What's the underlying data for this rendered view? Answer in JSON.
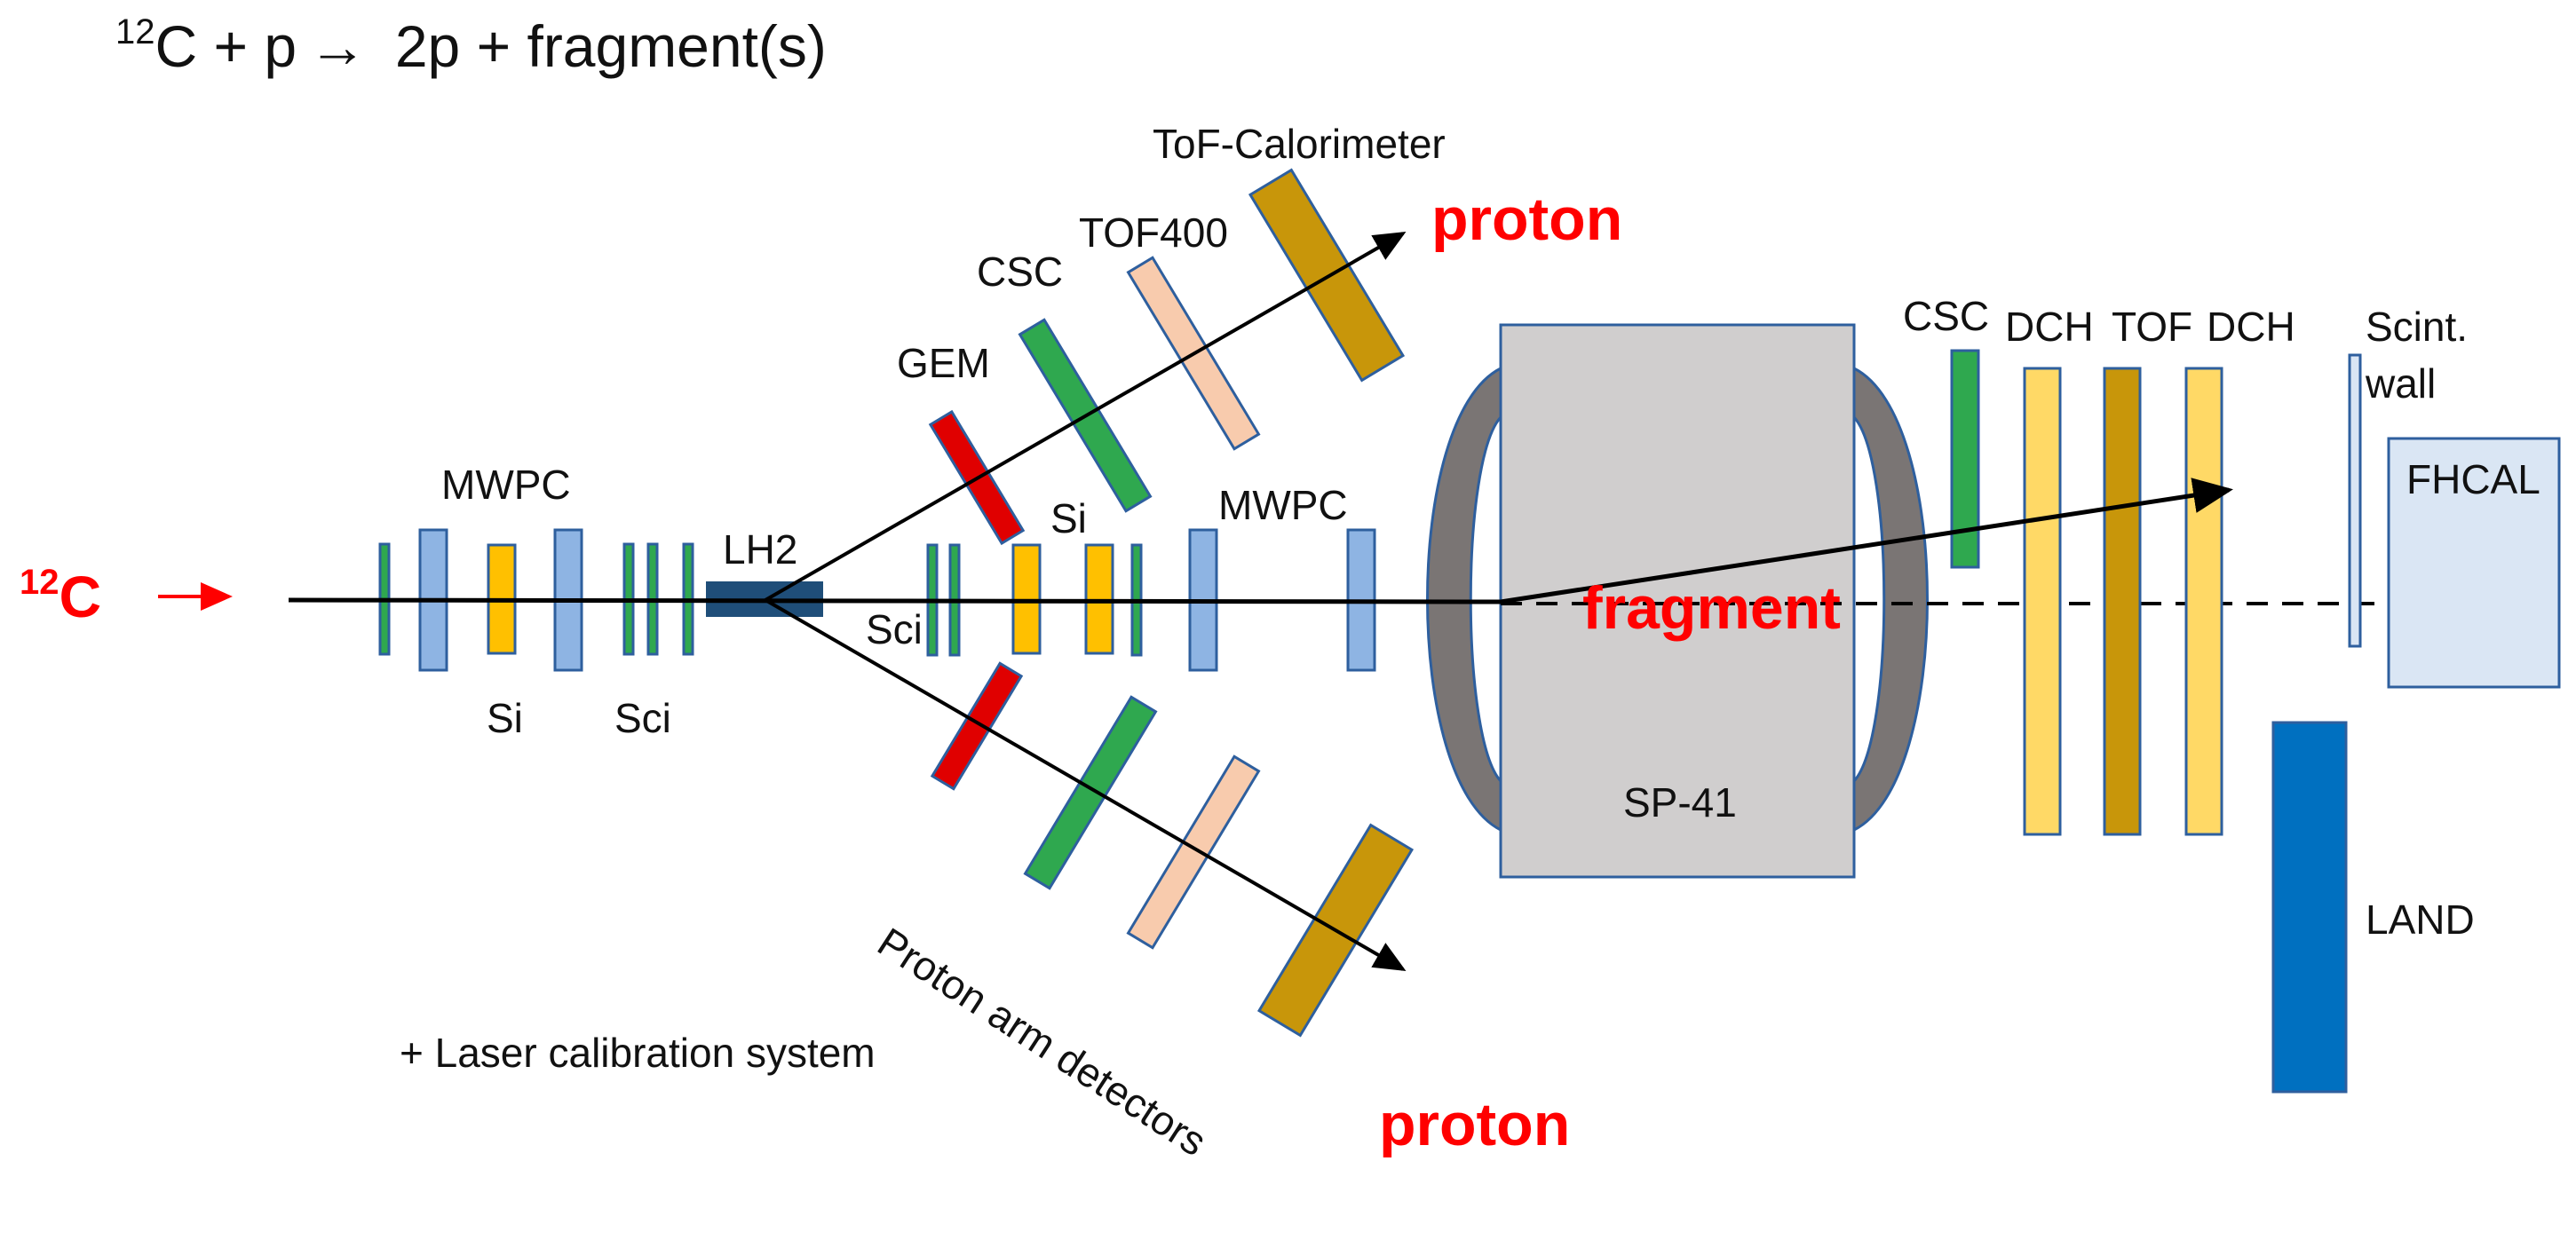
{
  "title": {
    "sup": "12",
    "main": "C + p →  2p + fragment(s)"
  },
  "beam": {
    "sup": "12",
    "label": "C"
  },
  "labels": {
    "tof_calorimeter": "ToF-Calorimeter",
    "tof400": "TOF400",
    "csc_arm": "CSC",
    "gem": "GEM",
    "si_arm": "Si",
    "mwpc_left": "MWPC",
    "mwpc_right": "MWPC",
    "lh2": "LH2",
    "sci_arm": "Sci",
    "si_left": "Si",
    "sci_left": "Sci",
    "csc_right": "CSC",
    "dch1": "DCH",
    "tof_right": "TOF",
    "dch2": "DCH",
    "scint_wall_1": "Scint.",
    "scint_wall_2": "wall",
    "fhcal": "FHCAL",
    "sp41": "SP-41",
    "land": "LAND",
    "laser": "+ Laser calibration system",
    "proton_arm": "Proton arm detectors"
  },
  "particles": {
    "proton_top": "proton",
    "proton_bottom": "proton",
    "fragment": "fragment"
  },
  "colors": {
    "accent_red": "#ff0000",
    "green": "#2fa84f",
    "light_blue": "#8eb4e3",
    "yellow": "#ffc000",
    "dark_red": "#e00000",
    "peach": "#f8cbad",
    "gold": "#c8960a",
    "magnet_gray": "#d0cece",
    "yoke_gray": "#7a7574",
    "pale_blue": "#dae6f4",
    "land_blue": "#0070c0",
    "dch_yellow": "#ffd966",
    "lh2_blue": "#1f4e79"
  }
}
